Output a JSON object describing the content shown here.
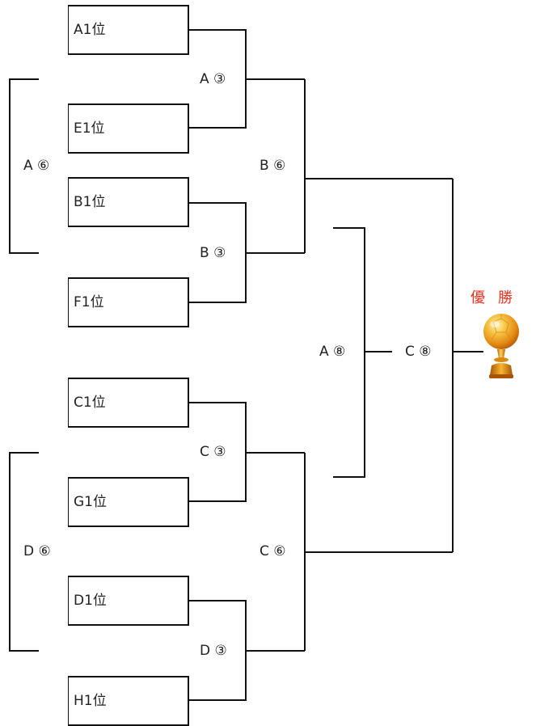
{
  "teams": {
    "a1": "A1位",
    "e1": "E1位",
    "b1": "B1位",
    "f1": "F1位",
    "c1": "C1位",
    "g1": "G1位",
    "d1": "D1位",
    "h1": "H1位"
  },
  "matches": {
    "a3": "A ③",
    "b3": "B ③",
    "c3": "C ③",
    "d3": "D ③",
    "a6": "A ⑥",
    "d6": "D ⑥",
    "b6": "B ⑥",
    "c6": "C ⑥",
    "a8": "A ⑧",
    "c8": "C ⑧"
  },
  "champion": {
    "label": "優勝",
    "icon": "trophy-icon"
  },
  "colors": {
    "line": "#111111",
    "champion_text": "#e8321f",
    "trophy_gold": "#f0a22a"
  }
}
